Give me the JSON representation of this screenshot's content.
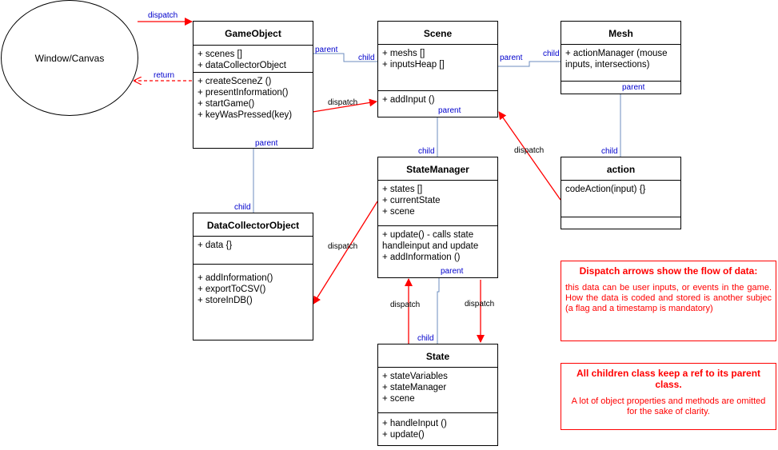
{
  "window_canvas": "Window/Canvas",
  "classes": {
    "gameobject": {
      "name": "GameObject",
      "attributes": [
        "+ scenes []",
        "+ dataCollectorObject"
      ],
      "methods": [
        "+ createSceneZ ()",
        "+ presentInformation()",
        "+ startGame()",
        "+ keyWasPressed(key)"
      ]
    },
    "scene": {
      "name": "Scene",
      "attributes": [
        "+ meshs []",
        "+ inputsHeap []"
      ],
      "methods": [
        "+ addInput ()"
      ]
    },
    "mesh": {
      "name": "Mesh",
      "attributes": [
        "+ actionManager (mouse inputs, intersections)"
      ],
      "methods": []
    },
    "action": {
      "name": "action",
      "attributes": [
        "codeAction(input) {}"
      ],
      "methods": []
    },
    "statemanager": {
      "name": "StateManager",
      "attributes": [
        "+ states []",
        "+ currentState",
        "+ scene"
      ],
      "methods": [
        "+ update() - calls state handleinput and update",
        "+ addInformation ()"
      ]
    },
    "datacollector": {
      "name": "DataCollectorObject",
      "attributes": [
        "+ data {}"
      ],
      "methods": [
        "+ addInformation()",
        "+ exportToCSV()",
        "+ storeInDB()"
      ]
    },
    "state": {
      "name": "State",
      "attributes": [
        "+ stateVariables",
        "+ stateManager",
        "+ scene"
      ],
      "methods": [
        "+ handleInput ()",
        "+ update()"
      ]
    }
  },
  "labels": {
    "dispatch": "dispatch",
    "return": "return",
    "parent": "parent",
    "child": "child"
  },
  "notes": {
    "note1": {
      "title": "Dispatch arrows show the flow of data:",
      "body": "this data can be user inputs, or events in the game. How the data is coded and stored is another subjec (a flag and a timestamp is mandatory)"
    },
    "note2": {
      "title": "All children class keep a ref to its parent class.",
      "body": "A lot of object properties and methods are omitted for the sake of clarity."
    }
  },
  "colors": {
    "dispatch_arrow": "#ff0000",
    "parent_child_line": "#6c8ebf",
    "label_blue": "#0000cc",
    "note_text": "#ff0000"
  }
}
